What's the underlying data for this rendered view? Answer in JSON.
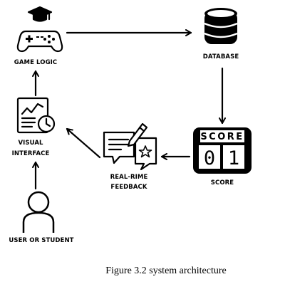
{
  "nodes": {
    "game_logic": {
      "label": "GAME LOGIC"
    },
    "database": {
      "label": "DATABASE"
    },
    "score": {
      "label": "SCORE",
      "display_title": "SCORE",
      "digits": [
        "0",
        "1"
      ]
    },
    "feedback": {
      "label_line1": "REAL-RIME",
      "label_line2": "FEEDBACK"
    },
    "interface": {
      "label_line1": "VISUAL",
      "label_line2": "INTERFACE"
    },
    "user": {
      "label": "USER OR STUDENT"
    }
  },
  "caption": "Figure 3.2 system architecture",
  "icons": {
    "game_logic": "gamepad-with-graduation-cap-icon",
    "database": "database-cylinder-icon",
    "score": "scoreboard-icon",
    "feedback": "chat-bubbles-with-pen-and-star-icon",
    "interface": "chart-document-with-clock-icon",
    "user": "person-icon"
  }
}
